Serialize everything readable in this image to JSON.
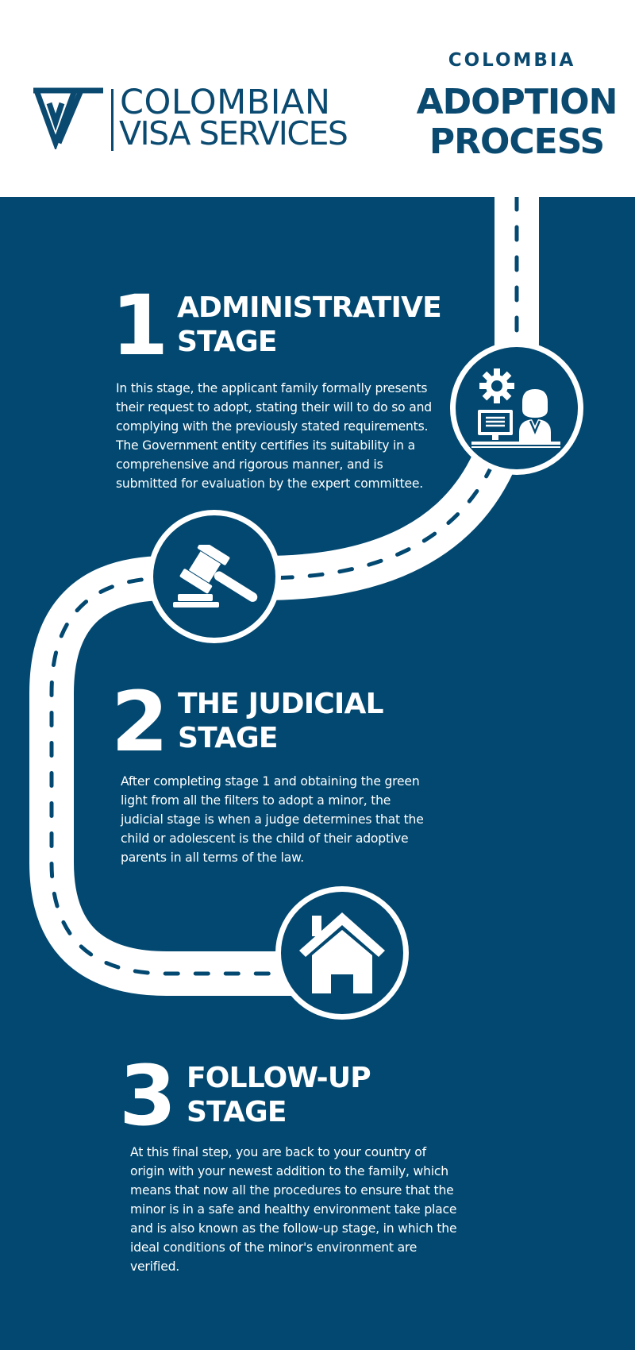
{
  "header": {
    "logo": {
      "line1": "COLOMBIAN",
      "line2": "VISA SERVICES"
    },
    "country": "COLOMBIA",
    "title_line1": "ADOPTION",
    "title_line2": "PROCESS"
  },
  "stages": [
    {
      "number": "1",
      "title_line1": "ADMINISTRATIVE",
      "title_line2": "STAGE",
      "description": "In this stage, the applicant family formally presents their request to adopt, stating their will to do so and complying with the previously stated requirements. The Government entity certifies its suitability in a comprehensive and rigorous manner, and is submitted for evaluation by the expert committee.",
      "icon": "office-worker-icon"
    },
    {
      "number": "2",
      "title_line1": "THE JUDICIAL",
      "title_line2": "STAGE",
      "description": "After completing stage 1 and obtaining the green light from all the filters to adopt a minor, the judicial stage is when a judge determines that the child or adolescent is the child of their adoptive parents in all terms of the law.",
      "icon": "gavel-icon"
    },
    {
      "number": "3",
      "title_line1": "FOLLOW-UP",
      "title_line2": "STAGE",
      "description": "At this final step, you are back to your country of origin with your newest addition to the family, which means that now all the procedures to ensure that the minor is in a safe and healthy environment take place and is also known as the follow-up stage, in which the ideal conditions of the minor's environment are verified.",
      "icon": "house-icon"
    }
  ],
  "colors": {
    "brand_navy": "#024870",
    "logo_navy": "#0b4a70",
    "road": "#ffffff"
  }
}
